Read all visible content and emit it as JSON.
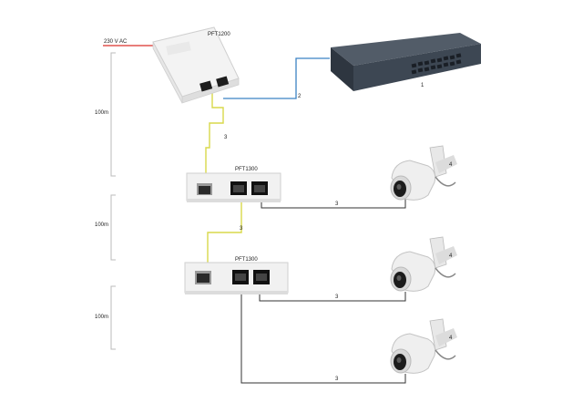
{
  "labels": {
    "power_source": "230 V AC",
    "injector": "PFT1200",
    "extender_1": "PFT1300",
    "extender_2": "PFT1300",
    "distance_1": "100m",
    "distance_2": "100m",
    "distance_3": "100m",
    "switch_num": "1",
    "cable_switch_to_injector": "2",
    "cable_injector_to_ext1": "3",
    "cable_ext1_to_ext2": "3",
    "cable_ext1_to_cam1": "3",
    "cable_ext2_to_cam2": "3",
    "cable_ext2_to_cam3": "3",
    "camera_1_num": "4",
    "camera_2_num": "4",
    "camera_3_num": "4"
  },
  "colors": {
    "power_cable": "#d9302a",
    "uplink_cable": "#3b82c4",
    "poe_cable": "#d8d84a",
    "camera_cable": "#333333",
    "switch_body": "#3d4753"
  }
}
